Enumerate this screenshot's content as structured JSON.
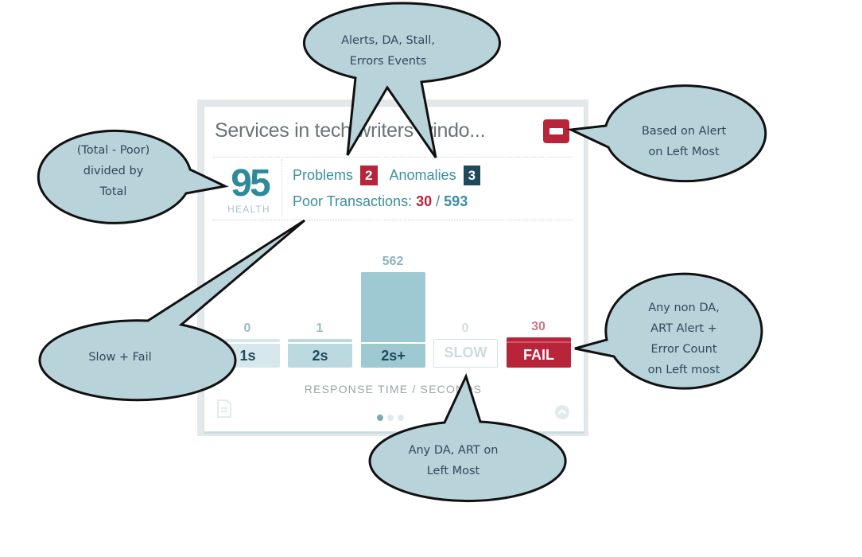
{
  "widget": {
    "title": "Services in tech writers windo...",
    "alert_button_icon": "minus-alert-icon",
    "health": {
      "value": "95",
      "label": "HEALTH"
    },
    "problems": {
      "label": "Problems",
      "count": "2"
    },
    "anomalies": {
      "label": "Anomalies",
      "count": "3"
    },
    "poor_transactions": {
      "label": "Poor Transactions:",
      "poor": "30",
      "separator": "/",
      "total": "593"
    },
    "axis_label": "RESPONSE TIME / SECONDS",
    "footer_left_icon": "document-icon",
    "footer_right_icon": "chevron-up-circle-icon",
    "pager": {
      "pages": 3,
      "active": 1
    },
    "colors": {
      "accent": "#2d8a9c",
      "alert": "#b8243a",
      "navy": "#1f4a5c"
    }
  },
  "bars": [
    {
      "label": "1s",
      "value": "0",
      "count": 0,
      "kind": "normal",
      "fill": "#d6e8ec",
      "text": "#1f4a5c",
      "valcolor": "#9bbcc5"
    },
    {
      "label": "2s",
      "value": "1",
      "count": 1,
      "kind": "normal",
      "fill": "#bcd9e0",
      "text": "#1f4a5c",
      "valcolor": "#9bbcc5"
    },
    {
      "label": "2s+",
      "value": "562",
      "count": 562,
      "kind": "normal",
      "fill": "#9ec8d2",
      "text": "#1f4a5c",
      "valcolor": "#8fb3bd"
    },
    {
      "label": "SLOW",
      "value": "0",
      "count": 0,
      "kind": "outline",
      "fill": "#ffffff",
      "text": "#cfdadd",
      "valcolor": "#d3dde0"
    },
    {
      "label": "FAIL",
      "value": "30",
      "count": 30,
      "kind": "fail",
      "fill": "#b8243a",
      "text": "#ffffff",
      "valcolor": "#c77a86"
    }
  ],
  "callouts": [
    {
      "id": "events",
      "lines": [
        "Alerts, DA, Stall,",
        "Errors Events"
      ]
    },
    {
      "id": "alert-state",
      "lines": [
        "Based on Alert",
        "on Left Most"
      ]
    },
    {
      "id": "health-formula",
      "lines": [
        "(Total - Poor)",
        "divided by",
        "Total"
      ]
    },
    {
      "id": "poor-sum",
      "lines": [
        "Slow + Fail"
      ]
    },
    {
      "id": "fail-count",
      "lines": [
        "Any non DA,",
        "ART Alert +",
        "Error Count",
        "on Left most"
      ]
    },
    {
      "id": "slow-count",
      "lines": [
        "Any DA, ART on",
        "Left Most"
      ]
    }
  ]
}
